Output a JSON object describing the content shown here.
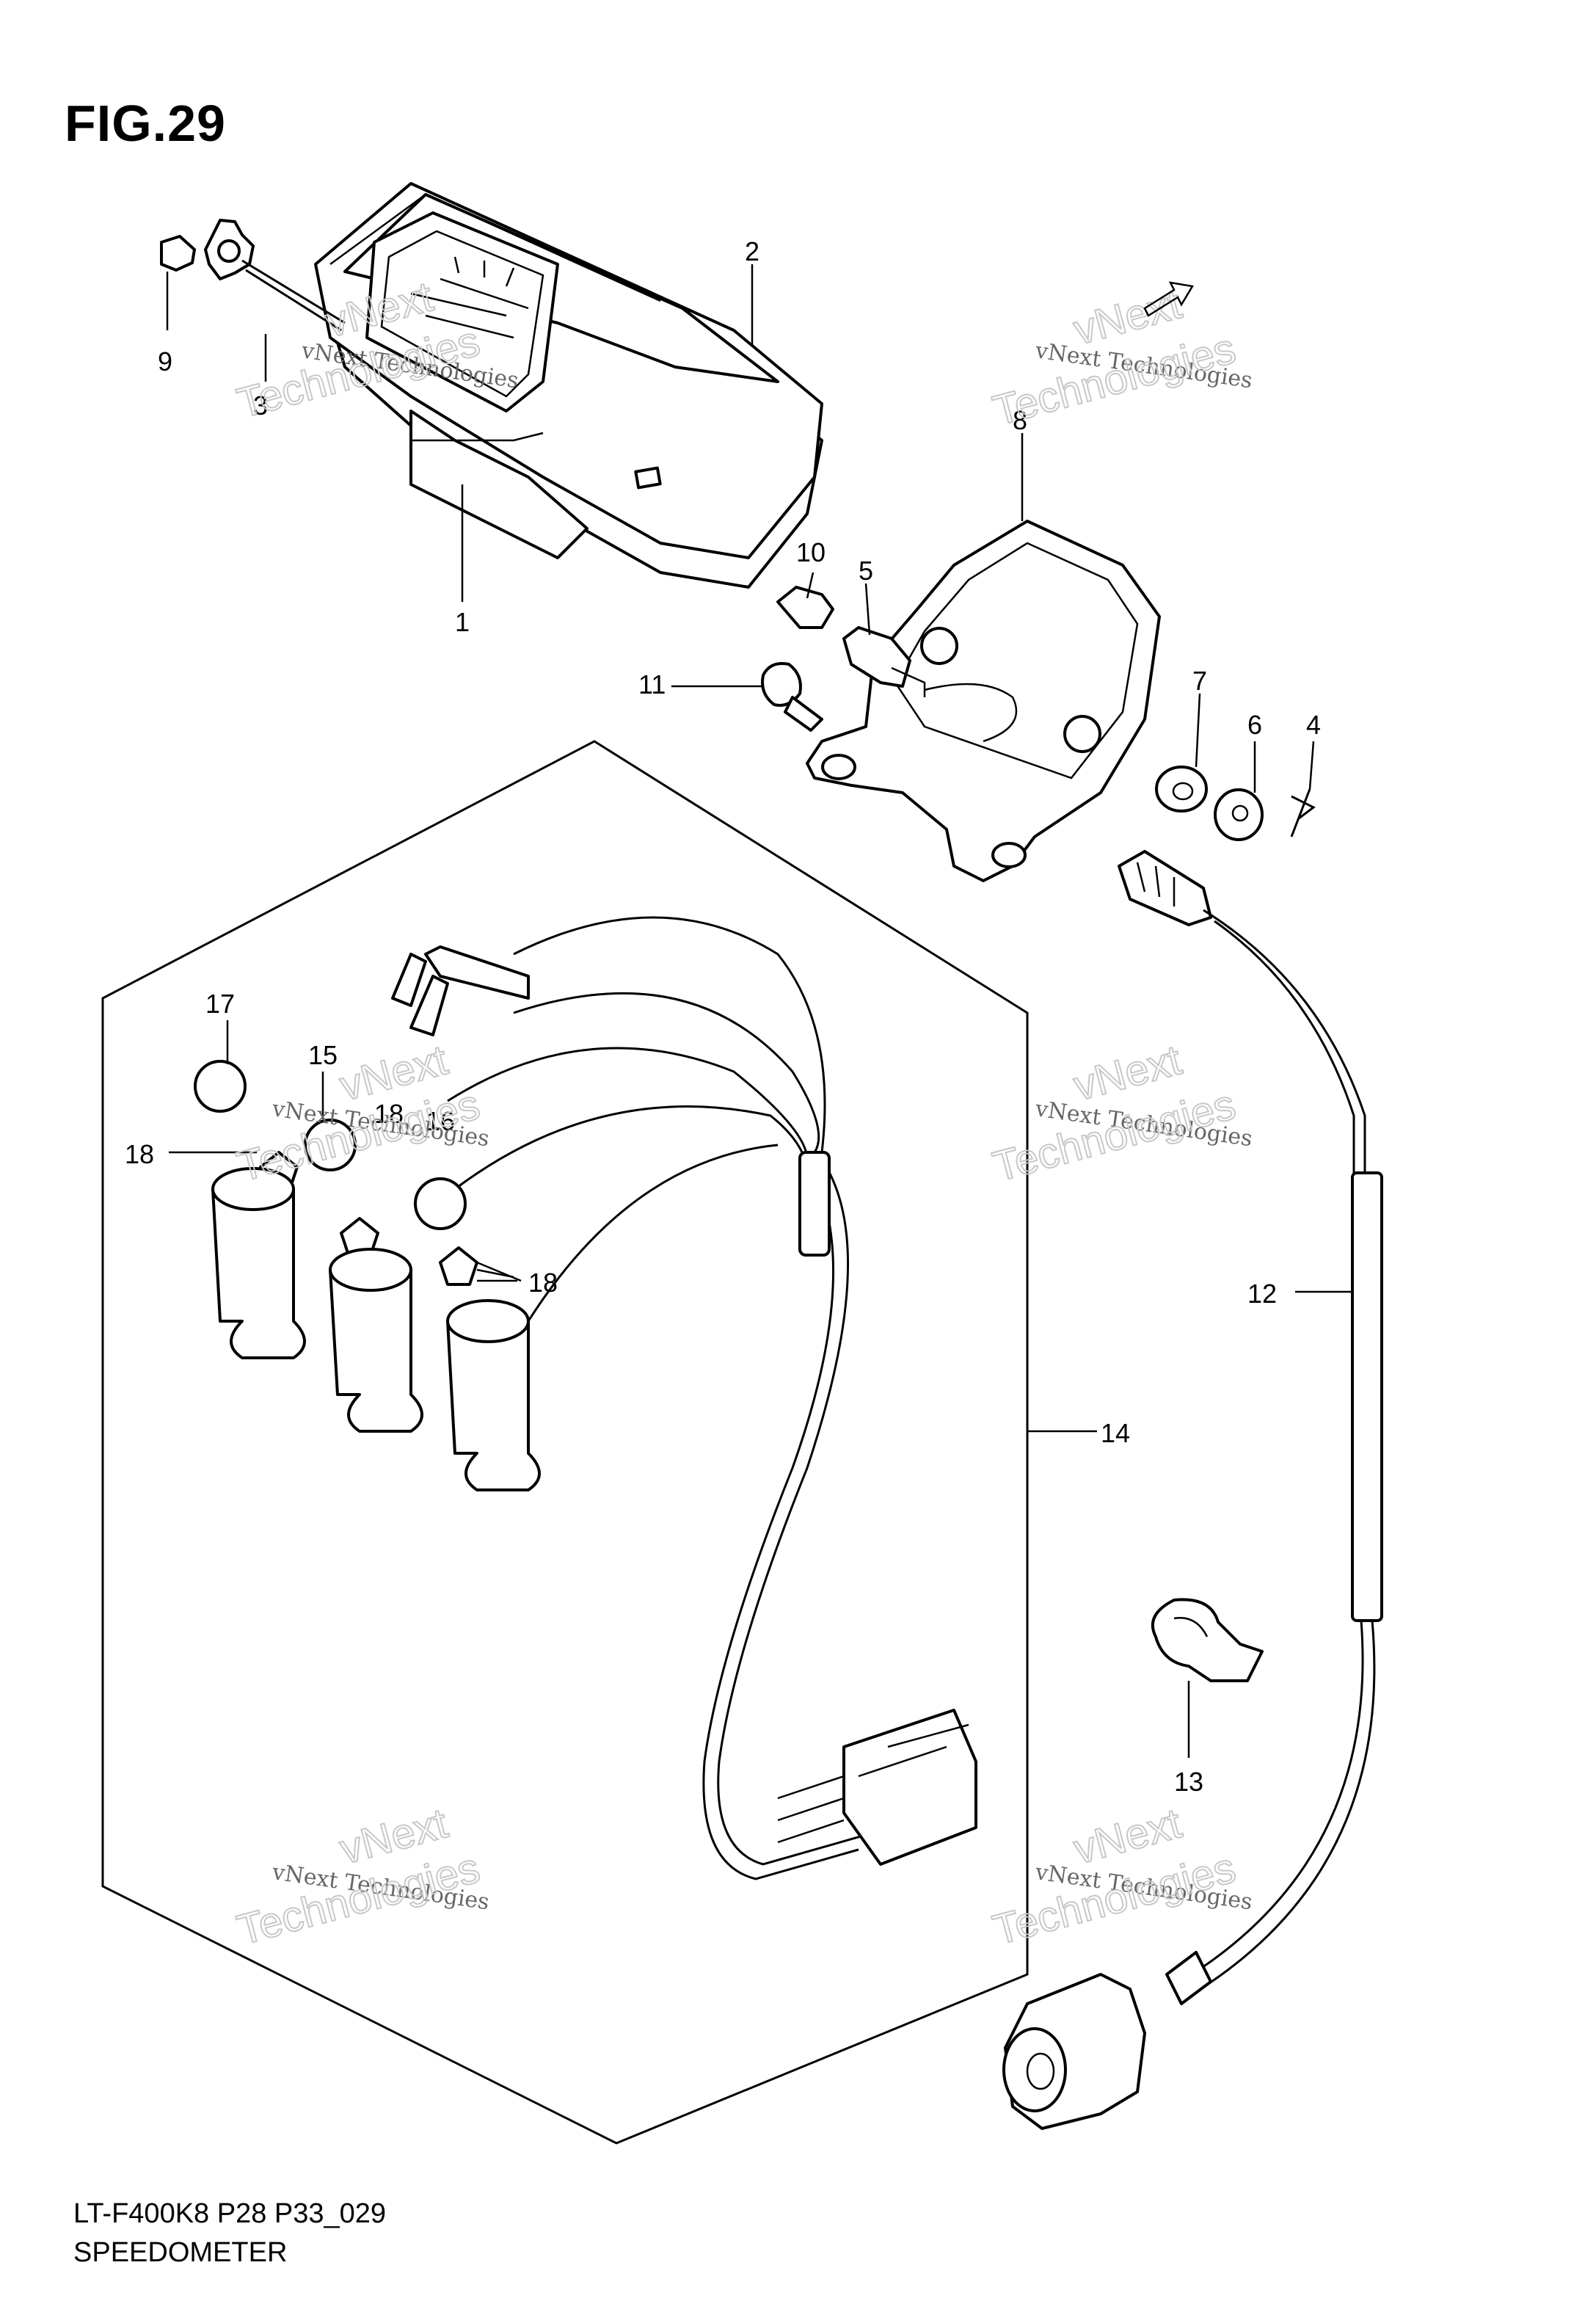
{
  "figure": {
    "title": "FIG.29",
    "code": "LT-F400K8 P28 P33_029",
    "name": "SPEEDOMETER"
  },
  "watermark": {
    "line1": "vNext Technologies",
    "line2": "vNext",
    "line3": "Technologies"
  },
  "callouts": {
    "c1": "1",
    "c2": "2",
    "c3": "3",
    "c4": "4",
    "c5": "5",
    "c6": "6",
    "c7": "7",
    "c8": "8",
    "c9": "9",
    "c10": "10",
    "c11": "11",
    "c12": "12",
    "c13": "13",
    "c14": "14",
    "c15": "15",
    "c16": "16",
    "c17": "17",
    "c18a": "18",
    "c18b": "18",
    "c18c": "18"
  }
}
